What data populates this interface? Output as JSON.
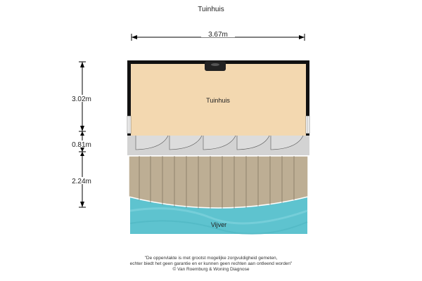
{
  "title": "Tuinhuis",
  "dimensions": {
    "width": "3.67m",
    "heights": [
      "3.02m",
      "0.81m",
      "2.24m"
    ]
  },
  "rooms": {
    "shed": "Tuinhuis",
    "pond": "Vijver"
  },
  "footer": {
    "line1": "\"De oppervlakte is met grootst mogelijke zorgvuldigheid gemeten,",
    "line2": "echter biedt het geen garantie en er kunnen geen rechten aan ontleend worden\"",
    "line3": "© Van Roemburg & Woning Diagnose"
  },
  "colors": {
    "shed_floor": "#f3d8b0",
    "terrace": "#d3d3d3",
    "deck": "#bdae94",
    "water": "#5ec3cf",
    "wall": "#111111"
  }
}
